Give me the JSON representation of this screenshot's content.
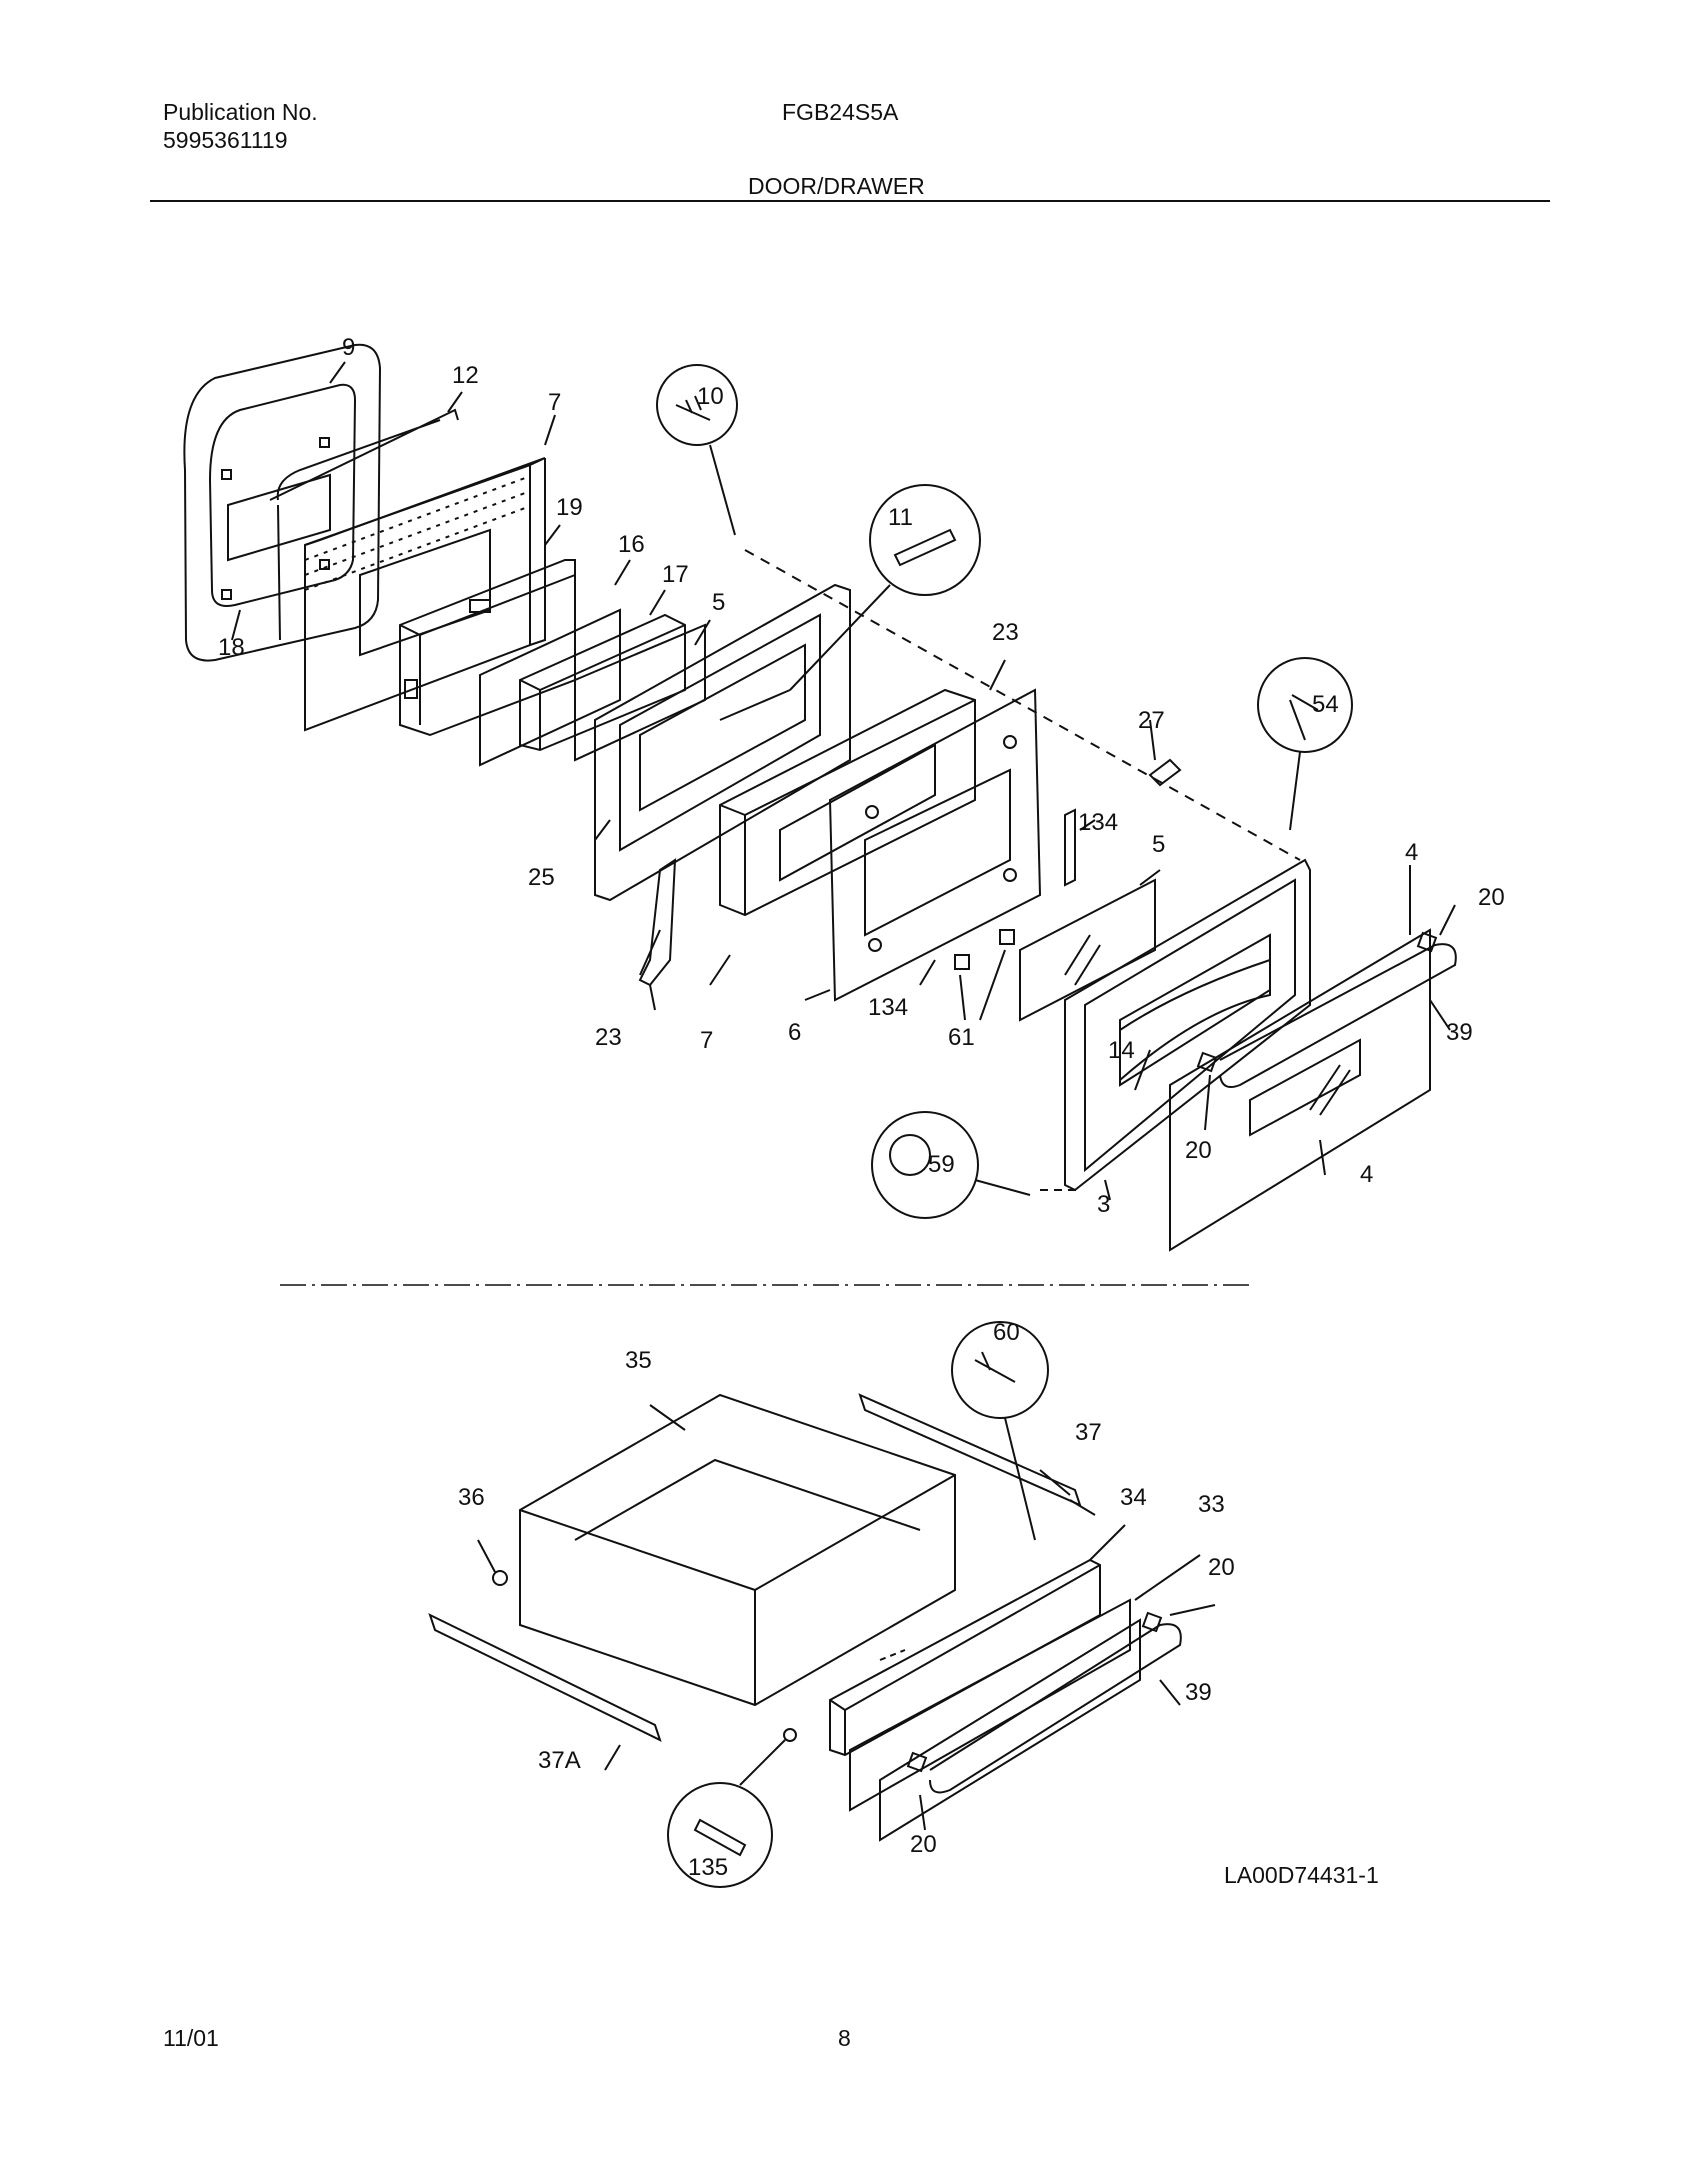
{
  "header": {
    "publication_label": "Publication No.",
    "publication_number": "5995361119",
    "model": "FGB24S5A",
    "section_title": "DOOR/DRAWER"
  },
  "footer": {
    "date": "11/01",
    "page_number": "8"
  },
  "diagram_code": "LA00D74431-1",
  "callouts": {
    "door": [
      "9",
      "12",
      "7",
      "19",
      "16",
      "17",
      "5",
      "18",
      "25",
      "23",
      "7",
      "6",
      "134",
      "61",
      "23",
      "27",
      "134",
      "5",
      "4",
      "20",
      "39",
      "14",
      "20",
      "4",
      "3",
      "10",
      "11",
      "54",
      "59"
    ],
    "drawer": [
      "35",
      "60",
      "37",
      "36",
      "34",
      "33",
      "20",
      "39",
      "37A",
      "135",
      "20"
    ]
  }
}
